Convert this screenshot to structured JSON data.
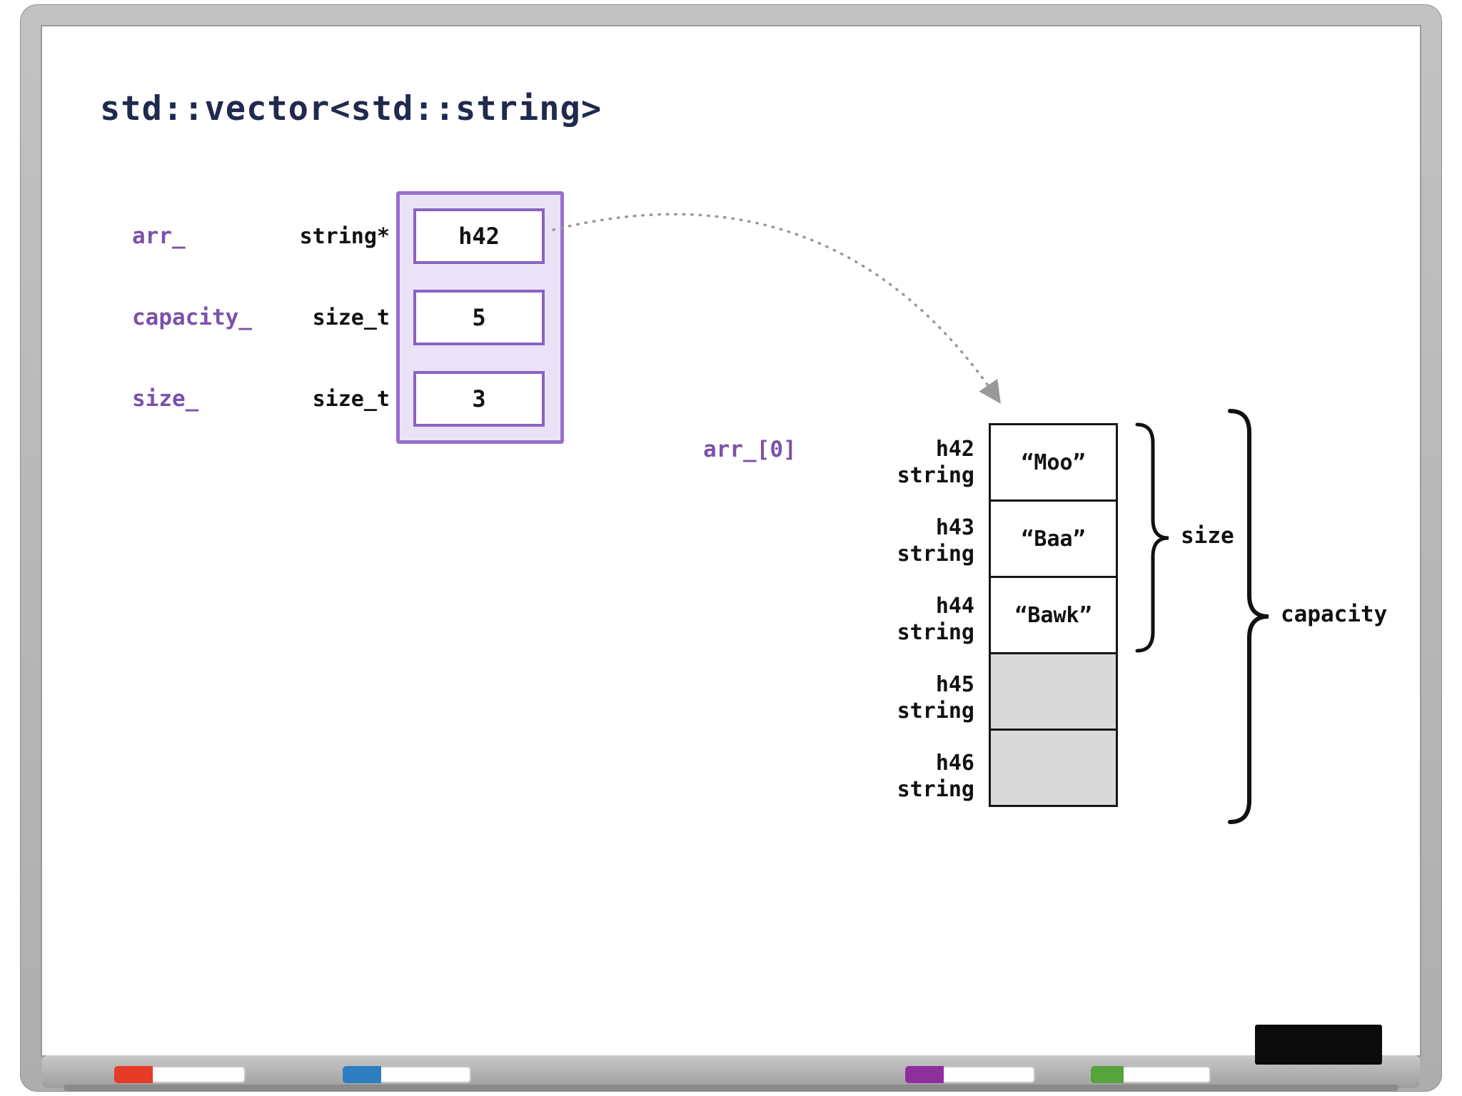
{
  "title": "std::vector<std::string>",
  "struct_box": {
    "fields": [
      {
        "name": "arr_",
        "type": "string*",
        "value": "h42"
      },
      {
        "name": "capacity_",
        "type": "size_t",
        "value": "5"
      },
      {
        "name": "size_",
        "type": "size_t",
        "value": "3"
      }
    ]
  },
  "heap_array": {
    "index_label": "arr_[0]",
    "cells": [
      {
        "address": "h42",
        "type": "string",
        "value": "“Moo”"
      },
      {
        "address": "h43",
        "type": "string",
        "value": "“Baa”"
      },
      {
        "address": "h44",
        "type": "string",
        "value": "“Bawk”"
      },
      {
        "address": "h45",
        "type": "string",
        "value": ""
      },
      {
        "address": "h46",
        "type": "string",
        "value": ""
      }
    ],
    "size_brace_label": "size",
    "capacity_brace_label": "capacity"
  },
  "colors": {
    "title_navy": "#202a4e",
    "accent_purple": "#7b52ab",
    "struct_fill": "#eae3f8",
    "struct_border": "#9671cd",
    "empty_cell_gray": "#d9d9d9",
    "arrow_gray": "#999999",
    "marker_red": "#e63c25",
    "marker_blue": "#2e7fc1",
    "marker_purple": "#8e2f9e",
    "marker_green": "#57a33e"
  }
}
